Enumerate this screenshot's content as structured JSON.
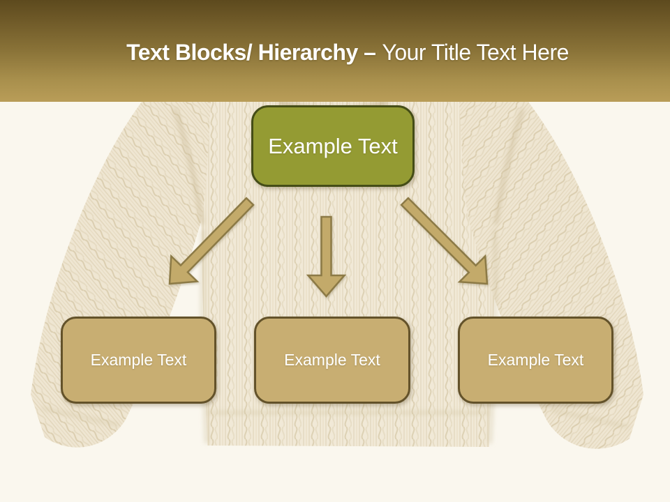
{
  "header": {
    "title_bold": "Text Blocks/ Hierarchy –",
    "title_regular": "Your Title Text Here"
  },
  "diagram": {
    "root": {
      "label": "Example Text"
    },
    "children": [
      {
        "label": "Example Text"
      },
      {
        "label": "Example Text"
      },
      {
        "label": "Example Text"
      }
    ],
    "arrows": [
      "down-left",
      "down",
      "down-right"
    ]
  },
  "background_image": {
    "alt": "cream cable-knit sweater laid flat"
  },
  "colors": {
    "header_gradient_top": "#5d4a1e",
    "header_gradient_bottom": "#b99d58",
    "root_fill": "#949b33",
    "root_border": "#454d17",
    "child_fill": "#c8ae72",
    "child_border": "#63522a",
    "arrow_fill": "#c3aa6a",
    "arrow_border": "#8c7a46",
    "sweater": "#f1e9d7",
    "page_background": "#faf7ee",
    "text": "#ffffff"
  }
}
